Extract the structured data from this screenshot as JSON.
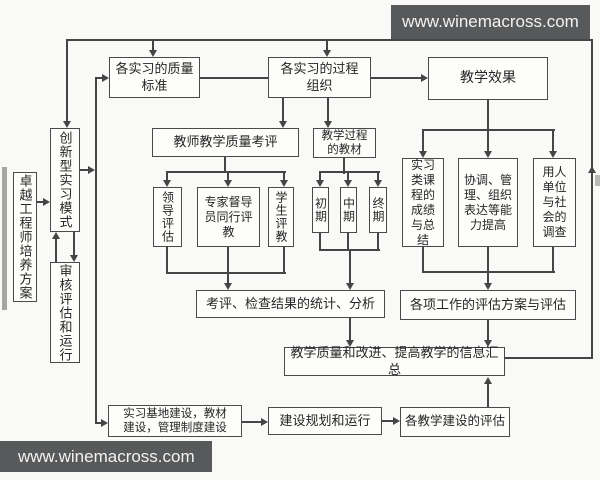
{
  "watermarks": {
    "top": "www.winemacross.com",
    "bottom": "www.winemacross.com"
  },
  "colors": {
    "background": "#f9f9f7",
    "line": "#454545",
    "box_border": "#4a4a4a",
    "box_fill": "#fdfdfb",
    "text": "#262626",
    "watermark_bg": "#58595a",
    "watermark_text": "#f2f2f2"
  },
  "flowchart": {
    "boxes": {
      "excellence_plan": "卓越工程师培养方案",
      "innovative_mode": "创新型实习模式",
      "review_operation": "审核评估和运行",
      "quality_standard": "各实习的质量\n标准",
      "process_organization": "各实习的过程\n组织",
      "teaching_effect": "教学效果",
      "teacher_eval": "教师教学质量考评",
      "teaching_materials": "教学过程\n的教材",
      "leader_eval": "领导评估",
      "expert_eval": "专家督导\n员同行评\n教",
      "student_eval": "学生评教",
      "early_stage": "初期",
      "mid_stage": "中期",
      "final_stage": "终期",
      "stats_analysis": "考评、检查结果的统计、分析",
      "course_results": "实习\n类课\n程的\n成绩\n与总\n结",
      "coordination": "协调、管\n理、组织\n表达等能\n力提高",
      "employer_survey": "用人\n单位\n与社\n会的\n调查",
      "work_eval": "各项工作的评估方案与评估",
      "info_summary": "教学质量和改进、提高教学的信息汇总",
      "base_construction": "实习基地建设，教材\n建设，管理制度建设",
      "planning": "建设规划和运行",
      "construction_eval": "各教学建设的评估"
    }
  }
}
